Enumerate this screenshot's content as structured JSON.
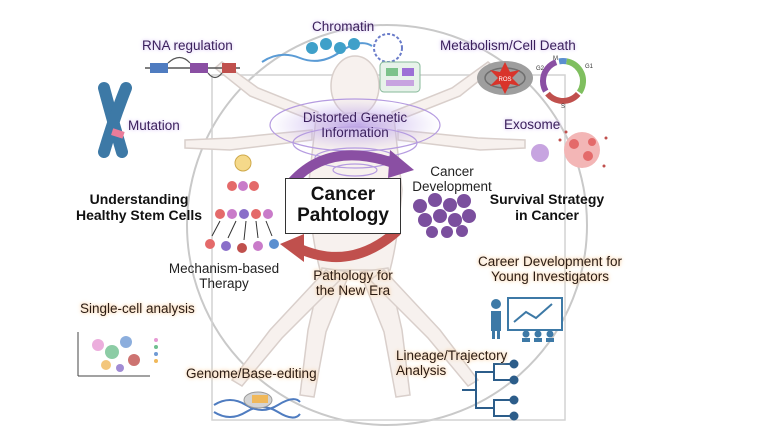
{
  "center": {
    "line1": "Cancer",
    "line2": "Pahtology"
  },
  "topics": {
    "rna_regulation": "RNA regulation",
    "chromatin": "Chromatin",
    "metabolism": "Metabolism/Cell Death",
    "mutation": "Mutation",
    "distorted_line1": "Distorted Genetic",
    "distorted_line2": "Information",
    "exosome": "Exosome",
    "cancer_dev_line1": "Cancer",
    "cancer_dev_line2": "Development",
    "stem_line1": "Understanding",
    "stem_line2": "Healthy Stem Cells",
    "survival_line1": "Survival Strategy",
    "survival_line2": "in Cancer",
    "therapy_line1": "Mechanism-based",
    "therapy_line2": "Therapy",
    "pathology_line1": "Pathology for",
    "pathology_line2": "the New Era",
    "career_line1": "Career Development for",
    "career_line2": "Young Investigators",
    "single_cell": "Single-cell analysis",
    "genome_editing": "Genome/Base-editing",
    "lineage_line1": "Lineage/Trajectory",
    "lineage_line2": "Analysis"
  },
  "icon_text": {
    "ros": "ROS",
    "g1": "G1",
    "g2": "G2",
    "m": "M",
    "s": "S"
  },
  "colors": {
    "purple_glow": "#d9c8f2",
    "orange_glow": "#f6cda0",
    "arrow_purple": "#8a4fa3",
    "arrow_red": "#c0504d",
    "cell_purple": "#7b4f9e",
    "chromosome_blue": "#3d79a6"
  }
}
